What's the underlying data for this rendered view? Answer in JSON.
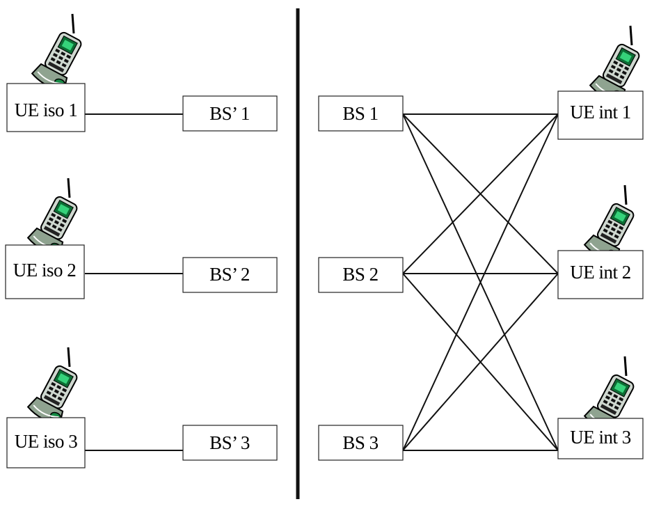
{
  "isolated": {
    "ues": [
      {
        "label": "UE iso 1"
      },
      {
        "label": "UE iso 2"
      },
      {
        "label": "UE iso 3"
      }
    ],
    "bss": [
      {
        "label": "BS’ 1"
      },
      {
        "label": "BS’ 2"
      },
      {
        "label": "BS’ 3"
      }
    ]
  },
  "interfering": {
    "bss": [
      {
        "label": "BS 1"
      },
      {
        "label": "BS 2"
      },
      {
        "label": "BS 3"
      }
    ],
    "ues": [
      {
        "label": "UE int 1"
      },
      {
        "label": "UE int 2"
      },
      {
        "label": "UE int 3"
      }
    ]
  },
  "icons": {
    "tower": "cell-tower-icon",
    "phone": "mobile-phone-icon"
  },
  "colors": {
    "line": "#111111",
    "phone_screen": "#1a9a4a"
  }
}
